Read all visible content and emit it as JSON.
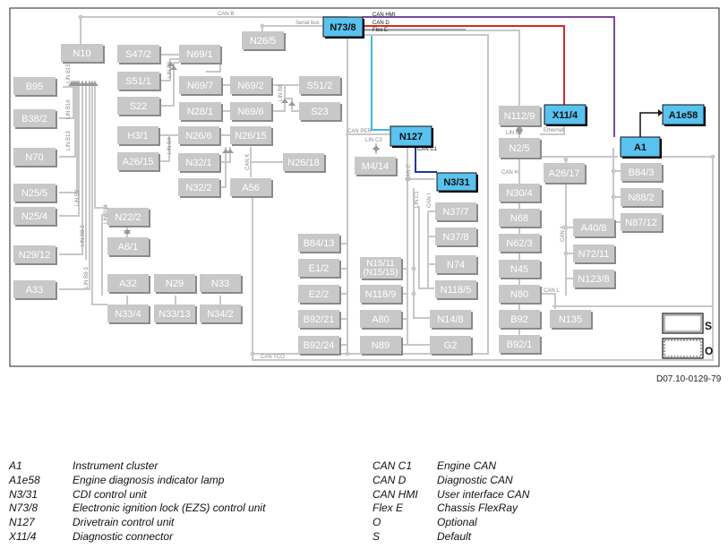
{
  "diagram": {
    "reference_code": "D07.10-0129-79",
    "nodes": [
      {
        "id": "N10",
        "label": "N10",
        "highlight": false
      },
      {
        "id": "B95",
        "label": "B95",
        "highlight": false
      },
      {
        "id": "B38_2",
        "label": "B38/2",
        "highlight": false
      },
      {
        "id": "N70",
        "label": "N70",
        "highlight": false
      },
      {
        "id": "N25_5",
        "label": "N25/5",
        "highlight": false
      },
      {
        "id": "N25_4",
        "label": "N25/4",
        "highlight": false
      },
      {
        "id": "N29_12",
        "label": "N29/12",
        "highlight": false
      },
      {
        "id": "A33",
        "label": "A33",
        "highlight": false
      },
      {
        "id": "S47_2",
        "label": "S47/2",
        "highlight": false
      },
      {
        "id": "S51_1",
        "label": "S51/1",
        "highlight": false
      },
      {
        "id": "S22",
        "label": "S22",
        "highlight": false
      },
      {
        "id": "N69_1",
        "label": "N69/1",
        "highlight": false
      },
      {
        "id": "N69_7",
        "label": "N69/7",
        "highlight": false
      },
      {
        "id": "N28_1",
        "label": "N28/1",
        "highlight": false
      },
      {
        "id": "N69_2",
        "label": "N69/2",
        "highlight": false
      },
      {
        "id": "N69_6",
        "label": "N69/6",
        "highlight": false
      },
      {
        "id": "S51_2",
        "label": "S51/2",
        "highlight": false
      },
      {
        "id": "S23",
        "label": "S23",
        "highlight": false
      },
      {
        "id": "H3_1",
        "label": "H3/1",
        "highlight": false
      },
      {
        "id": "A26_15",
        "label": "A26/15",
        "highlight": false
      },
      {
        "id": "N26_6",
        "label": "N26/6",
        "highlight": false
      },
      {
        "id": "N32_1",
        "label": "N32/1",
        "highlight": false
      },
      {
        "id": "N32_2",
        "label": "N32/2",
        "highlight": false
      },
      {
        "id": "N26_15",
        "label": "N26/15",
        "highlight": false
      },
      {
        "id": "A56",
        "label": "A56",
        "highlight": false
      },
      {
        "id": "N26_18",
        "label": "N26/18",
        "highlight": false
      },
      {
        "id": "N26_5",
        "label": "N26/5",
        "highlight": false
      },
      {
        "id": "N22_2",
        "label": "N22/2",
        "highlight": false
      },
      {
        "id": "A6_1",
        "label": "A6/1",
        "highlight": false
      },
      {
        "id": "A32",
        "label": "A32",
        "highlight": false
      },
      {
        "id": "N29",
        "label": "N29",
        "highlight": false
      },
      {
        "id": "N33",
        "label": "N33",
        "highlight": false
      },
      {
        "id": "N33_4",
        "label": "N33/4",
        "highlight": false
      },
      {
        "id": "N33_13",
        "label": "N33/13",
        "highlight": false
      },
      {
        "id": "N34_2",
        "label": "N34/2",
        "highlight": false
      },
      {
        "id": "N73_8",
        "label": "N73/8",
        "highlight": true
      },
      {
        "id": "N127",
        "label": "N127",
        "highlight": true
      },
      {
        "id": "N3_31",
        "label": "N3/31",
        "highlight": true
      },
      {
        "id": "X11_4",
        "label": "X11/4",
        "highlight": true
      },
      {
        "id": "A1",
        "label": "A1",
        "highlight": true
      },
      {
        "id": "A1e58",
        "label": "A1e58",
        "highlight": true
      },
      {
        "id": "M4_14",
        "label": "M4/14",
        "highlight": false
      },
      {
        "id": "B84_13",
        "label": "B84/13",
        "highlight": false
      },
      {
        "id": "E1_2",
        "label": "E1/2",
        "highlight": false
      },
      {
        "id": "E2_2",
        "label": "E2/2",
        "highlight": false
      },
      {
        "id": "B92_21",
        "label": "B92/21",
        "highlight": false
      },
      {
        "id": "B92_24",
        "label": "B92/24",
        "highlight": false
      },
      {
        "id": "N15_11",
        "label": "N15/11\n(N15/15)",
        "highlight": false
      },
      {
        "id": "N118_9",
        "label": "N118/9",
        "highlight": false
      },
      {
        "id": "A80",
        "label": "A80",
        "highlight": false
      },
      {
        "id": "N89",
        "label": "N89",
        "highlight": false
      },
      {
        "id": "N37_7",
        "label": "N37/7",
        "highlight": false
      },
      {
        "id": "N37_8",
        "label": "N37/8",
        "highlight": false
      },
      {
        "id": "N74",
        "label": "N74",
        "highlight": false
      },
      {
        "id": "N118_5",
        "label": "N118/5",
        "highlight": false
      },
      {
        "id": "N14_8",
        "label": "N14/8",
        "highlight": false
      },
      {
        "id": "G2",
        "label": "G2",
        "highlight": false
      },
      {
        "id": "N112_9",
        "label": "N112/9",
        "highlight": false
      },
      {
        "id": "N2_5",
        "label": "N2/5",
        "highlight": false
      },
      {
        "id": "N30_4",
        "label": "N30/4",
        "highlight": false
      },
      {
        "id": "N68",
        "label": "N68",
        "highlight": false
      },
      {
        "id": "N62_3",
        "label": "N62/3",
        "highlight": false
      },
      {
        "id": "N45",
        "label": "N45",
        "highlight": false
      },
      {
        "id": "N80",
        "label": "N80",
        "highlight": false
      },
      {
        "id": "B92",
        "label": "B92",
        "highlight": false
      },
      {
        "id": "B92_1",
        "label": "B92/1",
        "highlight": false
      },
      {
        "id": "A26_17",
        "label": "A26/17",
        "highlight": false
      },
      {
        "id": "A40_8",
        "label": "A40/8",
        "highlight": false
      },
      {
        "id": "N72_11",
        "label": "N72/11",
        "highlight": false
      },
      {
        "id": "N123_8",
        "label": "N123/8",
        "highlight": false
      },
      {
        "id": "N135",
        "label": "N135",
        "highlight": false
      },
      {
        "id": "B84_3",
        "label": "B84/3",
        "highlight": false
      },
      {
        "id": "N88_2",
        "label": "N88/2",
        "highlight": false
      },
      {
        "id": "N87_12",
        "label": "N87/12",
        "highlight": false
      }
    ],
    "bus_labels": [
      "CAN B",
      "Serial bus",
      "CAN HMI",
      "CAN D",
      "Flex E",
      "LIN B15",
      "LIN B16",
      "LIN B13",
      "LIN B2",
      "LIN B8-2",
      "LIN B8-3",
      "LIN B6",
      "LIN B4",
      "LIN B8",
      "LIN B14",
      "CAN PER",
      "LIN C3",
      "CAN C",
      "CAN C1",
      "LIN C1",
      "CAN I",
      "LIN E2",
      "Ethernet",
      "CAN H",
      "CAN A",
      "CAN L",
      "CAN TCO",
      "CAN K"
    ],
    "key_labels": {
      "default": "S",
      "optional": "O"
    }
  },
  "legend": {
    "left": [
      {
        "code": "A1",
        "desc": "Instrument cluster"
      },
      {
        "code": "A1e58",
        "desc": "Engine diagnosis indicator lamp"
      },
      {
        "code": "N3/31",
        "desc": "CDI control unit"
      },
      {
        "code": "N73/8",
        "desc": "Electronic ignition lock (EZS) control unit"
      },
      {
        "code": "N127",
        "desc": "Drivetrain control unit"
      },
      {
        "code": "X11/4",
        "desc": "Diagnostic connector"
      }
    ],
    "right": [
      {
        "code": "CAN C1",
        "desc": "Engine CAN"
      },
      {
        "code": "CAN D",
        "desc": "Diagnostic CAN"
      },
      {
        "code": "CAN HMI",
        "desc": "User interface CAN"
      },
      {
        "code": "Flex E",
        "desc": "Chassis FlexRay"
      },
      {
        "code": "O",
        "desc": "Optional"
      },
      {
        "code": "S",
        "desc": "Default"
      }
    ]
  },
  "colors": {
    "node_fill": "#c8c8c8",
    "node_text": "#ffffff",
    "node_shadow": "#8a8a8a",
    "highlight_fill": "#59c2ee",
    "highlight_text": "#111111",
    "line": "#c8c8c8",
    "can_hmi": "#7a4a9a",
    "can_d": "#d42a2a",
    "flex_e": "#6a6a6a",
    "can_per": "#40b8e0",
    "can_c1": "#1a3aa0",
    "frame": "#222222"
  }
}
